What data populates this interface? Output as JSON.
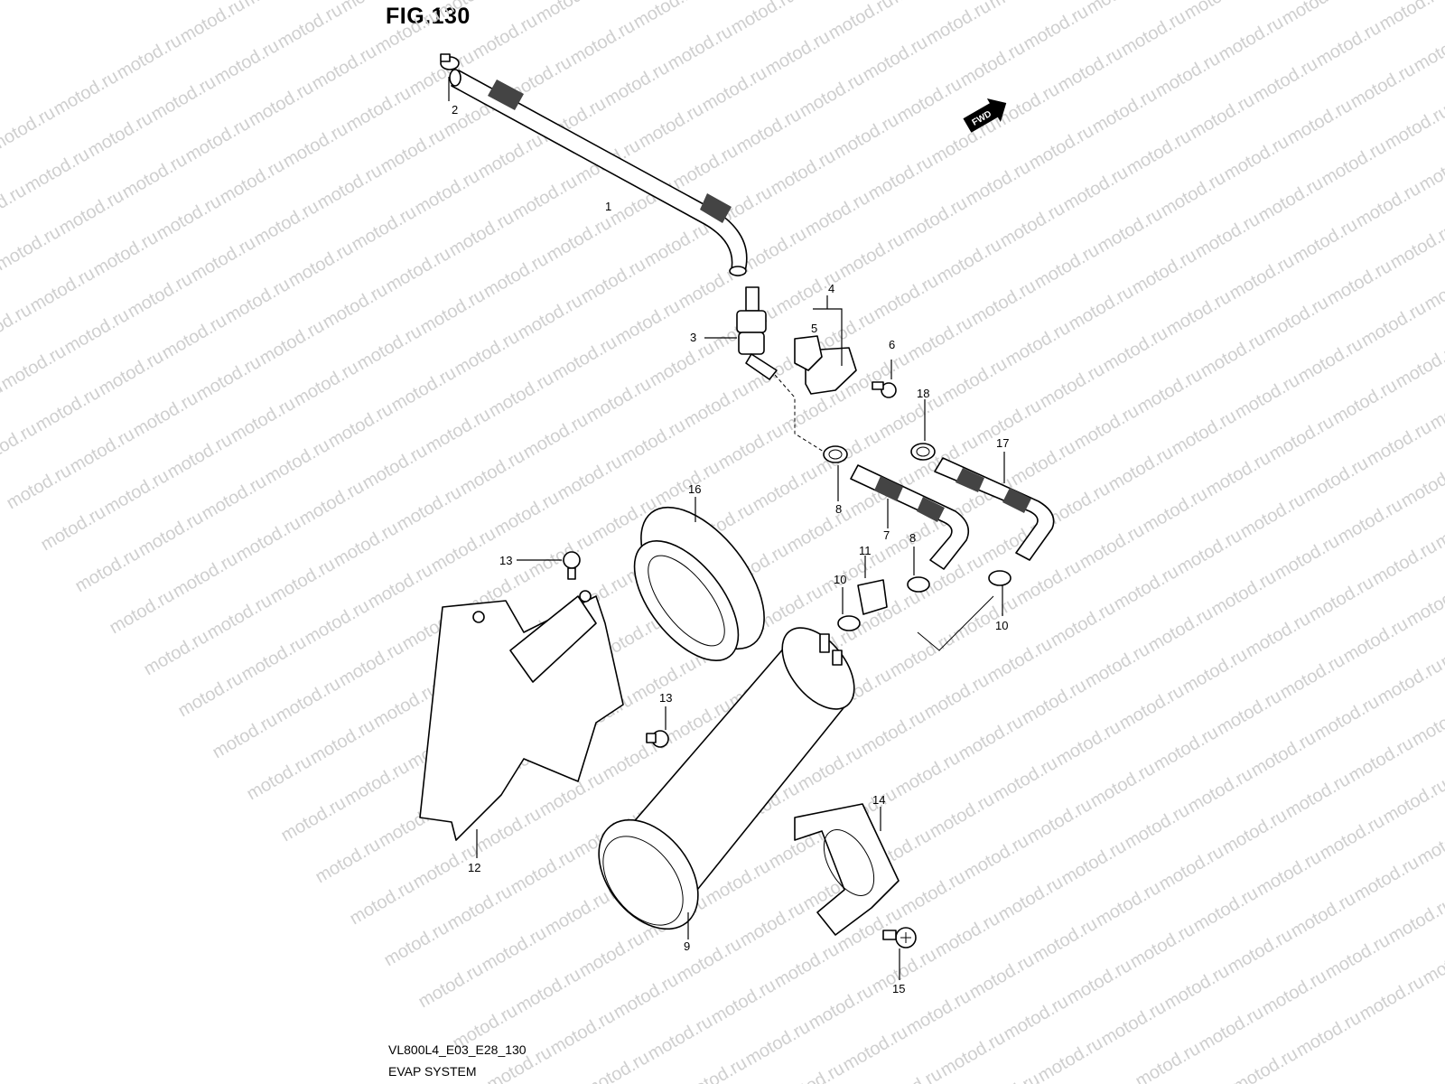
{
  "figure": {
    "title": "FIG.130",
    "code": "VL800L4_E03_E28_130",
    "name": "EVAP SYSTEM"
  },
  "fwd_arrow": {
    "label": "FWD"
  },
  "watermark": {
    "text": "motod.ru"
  },
  "callouts": [
    {
      "id": "c1",
      "text": "1"
    },
    {
      "id": "c2",
      "text": "2"
    },
    {
      "id": "c3",
      "text": "3"
    },
    {
      "id": "c4",
      "text": "4"
    },
    {
      "id": "c5",
      "text": "5"
    },
    {
      "id": "c6",
      "text": "6"
    },
    {
      "id": "c7",
      "text": "7"
    },
    {
      "id": "c8a",
      "text": "8"
    },
    {
      "id": "c8b",
      "text": "8"
    },
    {
      "id": "c9",
      "text": "9"
    },
    {
      "id": "c10a",
      "text": "10"
    },
    {
      "id": "c10b",
      "text": "10"
    },
    {
      "id": "c11",
      "text": "11"
    },
    {
      "id": "c12",
      "text": "12"
    },
    {
      "id": "c13a",
      "text": "13"
    },
    {
      "id": "c13b",
      "text": "13"
    },
    {
      "id": "c14",
      "text": "14"
    },
    {
      "id": "c15",
      "text": "15"
    },
    {
      "id": "c16",
      "text": "16"
    },
    {
      "id": "c17",
      "text": "17"
    },
    {
      "id": "c18",
      "text": "18"
    }
  ]
}
